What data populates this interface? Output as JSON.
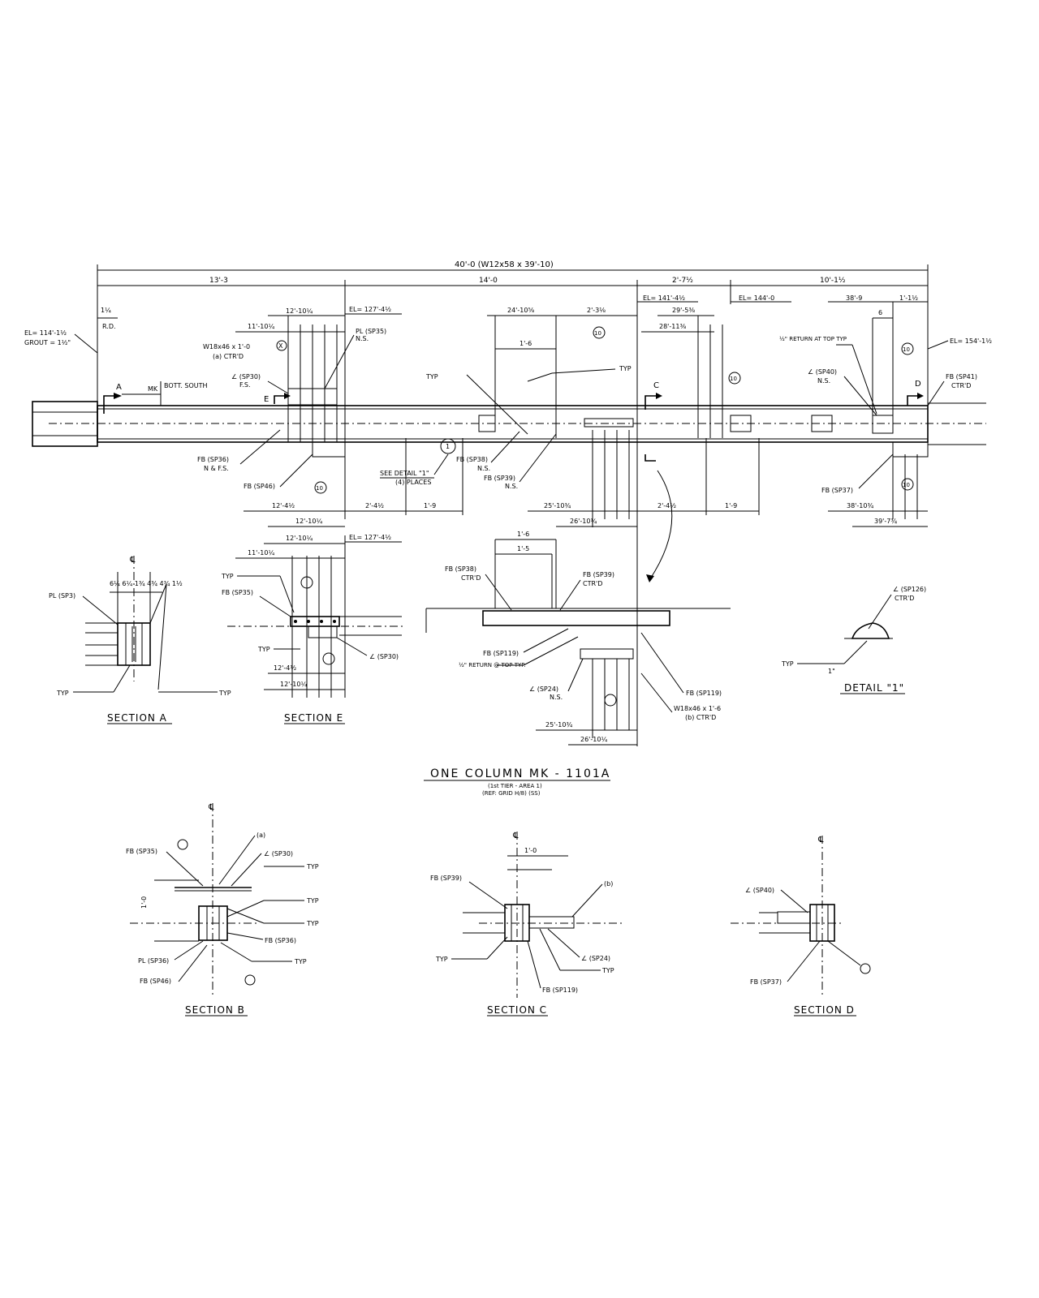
{
  "main_view": {
    "overall_dim": "40'-0   (W12x58 x 39'-10)",
    "seg_dims": [
      "13'-3",
      "14'-0",
      "2'-7½",
      "10'-1½"
    ],
    "elevations": [
      "EL= 114'-1½",
      "GROUT = 1½\"",
      "EL= 127'-4½",
      "EL= 141'-4½",
      "EL= 144'-0",
      "EL= 154'-1½"
    ],
    "top_dims": [
      "1¼",
      "12'-10¼",
      "11'-10¼",
      "24'-10⅝",
      "2'-3⅛",
      "29'-5⅜",
      "28'-11⅜",
      "38'-9",
      "1'-1½",
      "1'-6",
      "6"
    ],
    "bottom_dims": [
      "12'-4½",
      "12'-10¼",
      "2'-4½",
      "1'-9",
      "25'-10¾",
      "26'-10¼",
      "2'-4½",
      "1'-9",
      "38'-10¾",
      "39'-7¾"
    ],
    "labels": {
      "rd": "R.D.",
      "mk": "MK",
      "bott_south": "BOTT. SOUTH",
      "w18": "W18x46 x 1'-0",
      "a_ctrd": "(a) CTR'D",
      "pl_sp35": "PL (SP35)",
      "ns1": "N.S.",
      "l_sp30": "∠ (SP30)",
      "fs": "F.S.",
      "typ1": "TYP",
      "typ2": "TYP",
      "fb_sp36": "FB (SP36)",
      "nfs": "N & F.S.",
      "fb_sp46": "FB (SP46)",
      "see_detail": "SEE DETAIL \"1\"",
      "four_places": "(4) PLACES",
      "fb_sp38": "FB (SP38)",
      "ns2": "N.S.",
      "fb_sp39": "FB (SP39)",
      "ns3": "N.S.",
      "return": "½\" RETURN AT TOP TYP",
      "l_sp40": "∠ (SP40)",
      "ns4": "N.S.",
      "fb_sp41": "FB (SP41)",
      "ctrd1": "CTR'D",
      "fb_sp37": "FB (SP37)",
      "sec_a": "A",
      "sec_c": "C",
      "sec_d": "D",
      "sec_e": "E"
    },
    "bubbles": [
      "X",
      "10",
      "10",
      "10",
      "10",
      "10",
      "1"
    ]
  },
  "enlarged_view": {
    "dims": [
      "12'-10¼",
      "11'-10¼",
      "EL= 127'-4½",
      "12'-4½",
      "12'-10¼",
      "1'-6",
      "1'-5",
      "25'-10¾",
      "26'-10¼"
    ],
    "labels": {
      "typ": "TYP",
      "fb_sp35": "FB (SP35)",
      "typ2": "TYP",
      "l_sp30": "∠ (SP30)",
      "fb_sp38": "FB (SP38)",
      "ctrd": "CTR'D",
      "fb_sp39": "FB (SP39)",
      "ctrd2": "CTR'D",
      "fb_sp119": "FB (SP119)",
      "return": "½\" RETURN @ TOP TYP.",
      "l_sp24": "∠ (SP24)",
      "ns": "N.S.",
      "fb_sp119b": "FB (SP119)",
      "w18": "W18x46 x 1'-6",
      "b_ctrd": "(b) CTR'D"
    }
  },
  "section_a": {
    "title": "SECTION A",
    "labels": {
      "pl": "PL (SP3)",
      "typ1": "TYP",
      "typ2": "TYP",
      "dims": "6¼ 6¼ 1¾ 4¾ 4¾ 1½"
    }
  },
  "section_e": {
    "title": "SECTION E"
  },
  "detail_1": {
    "title": "DETAIL \"1\"",
    "labels": {
      "l_sp126": "∠ (SP126)",
      "ctrd": "CTR'D",
      "typ": "TYP",
      "one_in": "1\""
    }
  },
  "main_title": {
    "title": "ONE COLUMN MK - 1101A",
    "sub1": "(1st TIER - AREA 1)",
    "sub2": "(REF: GRID H/8) (SS)"
  },
  "section_b": {
    "title": "SECTION B",
    "labels": {
      "fb_sp35": "FB (SP35)",
      "a": "(a)",
      "l_sp30": "∠ (SP30)",
      "typ1": "TYP",
      "typ2": "TYP",
      "typ3": "TYP",
      "fb_sp36": "FB (SP36)",
      "pl_sp36": "PL (SP36)",
      "typ4": "TYP",
      "fb_sp46": "FB (SP46)",
      "one_zero": "1'-0"
    }
  },
  "section_c": {
    "title": "SECTION C",
    "labels": {
      "fb_sp39": "FB (SP39)",
      "one_zero": "1'-0",
      "b": "(b)",
      "typ1": "TYP",
      "l_sp24": "∠ (SP24)",
      "typ2": "TYP",
      "fb_sp119": "FB (SP119)"
    }
  },
  "section_d": {
    "title": "SECTION D",
    "labels": {
      "l_sp40": "∠ (SP40)",
      "fb_sp37": "FB (SP37)"
    }
  }
}
